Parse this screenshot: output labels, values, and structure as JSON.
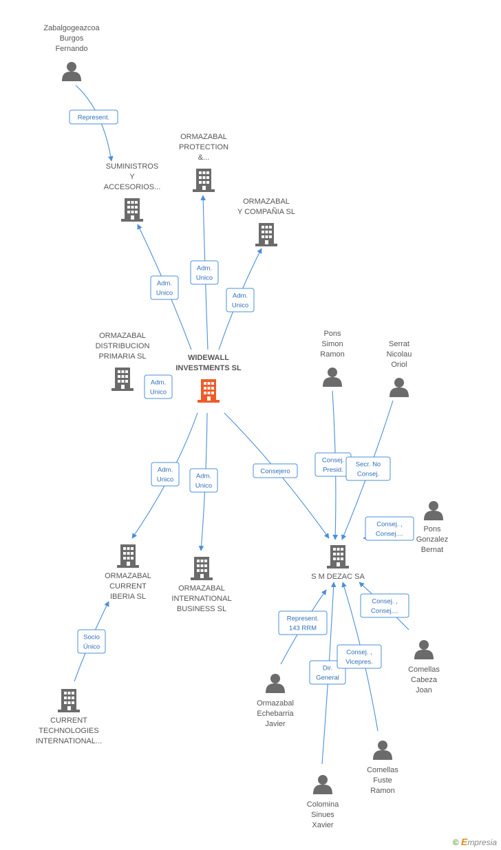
{
  "colors": {
    "edge": "#4a8fd9",
    "company": "#6b6b6b",
    "main_company": "#f05a28",
    "person": "#6b6b6b",
    "label": "#555555",
    "role_text": "#2f6fb6"
  },
  "nodes": [
    {
      "id": "widewall",
      "type": "company",
      "main": true,
      "lines": [
        "WIDEWALL",
        "INVESTMENTS SL"
      ]
    },
    {
      "id": "suministros",
      "type": "company",
      "lines": [
        "SUMINISTROS",
        "Y",
        "ACCESORIOS..."
      ]
    },
    {
      "id": "protection",
      "type": "company",
      "lines": [
        "ORMAZABAL",
        "PROTECTION",
        "&..."
      ]
    },
    {
      "id": "ycompania",
      "type": "company",
      "lines": [
        "ORMAZABAL",
        "Y COMPAÑIA SL"
      ]
    },
    {
      "id": "distribucion",
      "type": "company",
      "lines": [
        "ORMAZABAL",
        "DISTRIBUCION",
        "PRIMARIA SL"
      ]
    },
    {
      "id": "zabal",
      "type": "person",
      "lines": [
        "Zabalgogeazcoa",
        "Burgos",
        "Fernando"
      ]
    },
    {
      "id": "current_iberia",
      "type": "company",
      "lines": [
        "ORMAZABAL",
        "CURRENT",
        "IBERIA  SL"
      ]
    },
    {
      "id": "intl_business",
      "type": "company",
      "lines": [
        "ORMAZABAL",
        "INTERNATIONAL",
        "BUSINESS SL"
      ]
    },
    {
      "id": "current_tech",
      "type": "company",
      "lines": [
        "CURRENT",
        "TECHNOLOGIES",
        "INTERNATIONAL..."
      ]
    },
    {
      "id": "smdezac",
      "type": "company",
      "lines": [
        "S M DEZAC SA"
      ]
    },
    {
      "id": "pons_simon",
      "type": "person",
      "lines": [
        "Pons",
        "Simon",
        "Ramon"
      ]
    },
    {
      "id": "serrat",
      "type": "person",
      "lines": [
        "Serrat",
        "Nicolau",
        "Oriol"
      ]
    },
    {
      "id": "pons_gonzalez",
      "type": "person",
      "lines": [
        "Pons",
        "Gonzalez",
        "Bernat"
      ]
    },
    {
      "id": "comellas_cabeza",
      "type": "person",
      "lines": [
        "Comellas",
        "Cabeza",
        "Joan"
      ]
    },
    {
      "id": "ormazabal_echebarria",
      "type": "person",
      "lines": [
        "Ormazabal",
        "Echebarria",
        "Javier"
      ]
    },
    {
      "id": "comellas_fuste",
      "type": "person",
      "lines": [
        "Comellas",
        "Fuste",
        "Ramon"
      ]
    },
    {
      "id": "colomina",
      "type": "person",
      "lines": [
        "Colomina",
        "Sinues",
        "Xavier"
      ]
    }
  ],
  "edges": [
    {
      "from": "zabal",
      "to": "suministros",
      "role": [
        "Represent."
      ]
    },
    {
      "from": "widewall",
      "to": "suministros",
      "role": [
        "Adm.",
        "Unico"
      ]
    },
    {
      "from": "widewall",
      "to": "protection",
      "role": [
        "Adm.",
        "Unico"
      ]
    },
    {
      "from": "widewall",
      "to": "ycompania",
      "role": [
        "Adm.",
        "Unico"
      ]
    },
    {
      "from": "widewall",
      "to": "distribucion",
      "role": [
        "Adm.",
        "Unico"
      ]
    },
    {
      "from": "widewall",
      "to": "current_iberia",
      "role": [
        "Adm.",
        "Unico"
      ]
    },
    {
      "from": "widewall",
      "to": "intl_business",
      "role": [
        "Adm.",
        "Unico"
      ]
    },
    {
      "from": "widewall",
      "to": "smdezac",
      "role": [
        "Consejero"
      ]
    },
    {
      "from": "current_tech",
      "to": "current_iberia",
      "role": [
        "Socio",
        "Único"
      ]
    },
    {
      "from": "pons_simon",
      "to": "smdezac",
      "role": [
        "Consej.",
        "Presid."
      ]
    },
    {
      "from": "serrat",
      "to": "smdezac",
      "role": [
        "Secr.  No",
        "Consej."
      ]
    },
    {
      "from": "pons_gonzalez",
      "to": "smdezac",
      "role": [
        "Consej. ,",
        "Consej...."
      ]
    },
    {
      "from": "comellas_cabeza",
      "to": "smdezac",
      "role": [
        "Consej. ,",
        "Consej...."
      ]
    },
    {
      "from": "ormazabal_echebarria",
      "to": "smdezac",
      "role": [
        "Represent.",
        "143 RRM"
      ]
    },
    {
      "from": "colomina",
      "to": "smdezac",
      "role": [
        "Dir.",
        "General"
      ]
    },
    {
      "from": "comellas_fuste",
      "to": "smdezac",
      "role": [
        "Consej. ,",
        "Vicepres."
      ]
    }
  ],
  "footer": {
    "copyright_symbol": "©",
    "brand_initial": "E",
    "brand_rest": "mpresia"
  }
}
